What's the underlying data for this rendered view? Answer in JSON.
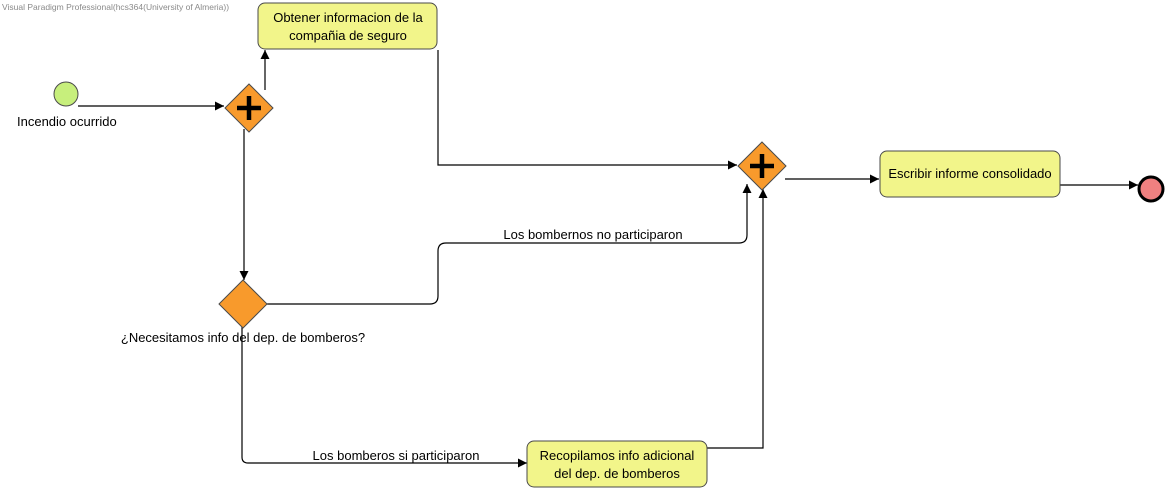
{
  "watermark": "Visual Paradigm Professional(hcs364(University of Almeria))",
  "colors": {
    "task_fill": "#f2f58a",
    "task_stroke": "#4a4a4a",
    "gateway_fill": "#f89a2c",
    "start_fill": "#c7ef7c",
    "end_fill": "#f08080",
    "edge": "#000000"
  },
  "start_event": {
    "label": "Incendio ocurrido",
    "icon": "start-event-circle"
  },
  "end_event": {
    "icon": "end-event-circle"
  },
  "tasks": {
    "obtener": [
      "Obtener informacion de la",
      "compañia de seguro"
    ],
    "recopilamos": [
      "Recopilamos info adicional",
      "del dep. de bomberos"
    ],
    "escribir": [
      "Escribir informe consolidado"
    ]
  },
  "gateways": {
    "fork": {
      "type": "parallel",
      "icon": "plus-icon"
    },
    "decision": {
      "type": "exclusive",
      "label": "¿Necesitamos info del dep. de bomberos?"
    },
    "join": {
      "type": "parallel",
      "icon": "plus-icon"
    }
  },
  "flows": {
    "no_participaron": "Los bombernos no participaron",
    "si_participaron": "Los bomberos si participaron"
  }
}
